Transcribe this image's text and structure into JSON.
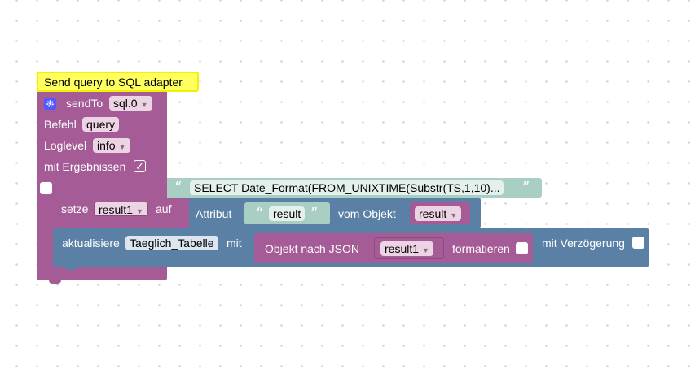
{
  "comment": {
    "text": "Send query to SQL adapter"
  },
  "sendto": {
    "label": "sendTo",
    "adapter_value": "sql.0",
    "command_label": "Befehl",
    "command_value": "query",
    "loglevel_label": "Loglevel",
    "loglevel_value": "info",
    "results_label": "mit Ergebnissen",
    "results_check": "✓"
  },
  "query_string": {
    "open_quote": "“",
    "close_quote": "”",
    "text": "SELECT Date_Format(FROM_UNIXTIME(Substr(TS,1,10)..."
  },
  "setze": {
    "label": "setze",
    "variable": "result1",
    "auf_label": "auf",
    "attribut_label": "Attribut",
    "attribut_value": "result",
    "vom_objekt_label": "vom Objekt",
    "objekt_value": "result"
  },
  "aktualisiere": {
    "label": "aktualisiere",
    "state_name": "Taeglich_Tabelle",
    "mit_label": "mit",
    "json_label": "Objekt nach JSON",
    "json_variable": "result1",
    "format_label": "formatieren",
    "delay_label": "mit Verzögerung"
  },
  "icons": {
    "settings": "gear-icon",
    "dropdown": "▼"
  },
  "colors": {
    "purple": "#a55b95",
    "blue": "#5b80a5",
    "text_block": "#a9cec4",
    "comment_bg": "#ffff60",
    "comment_border": "#e8e800"
  }
}
